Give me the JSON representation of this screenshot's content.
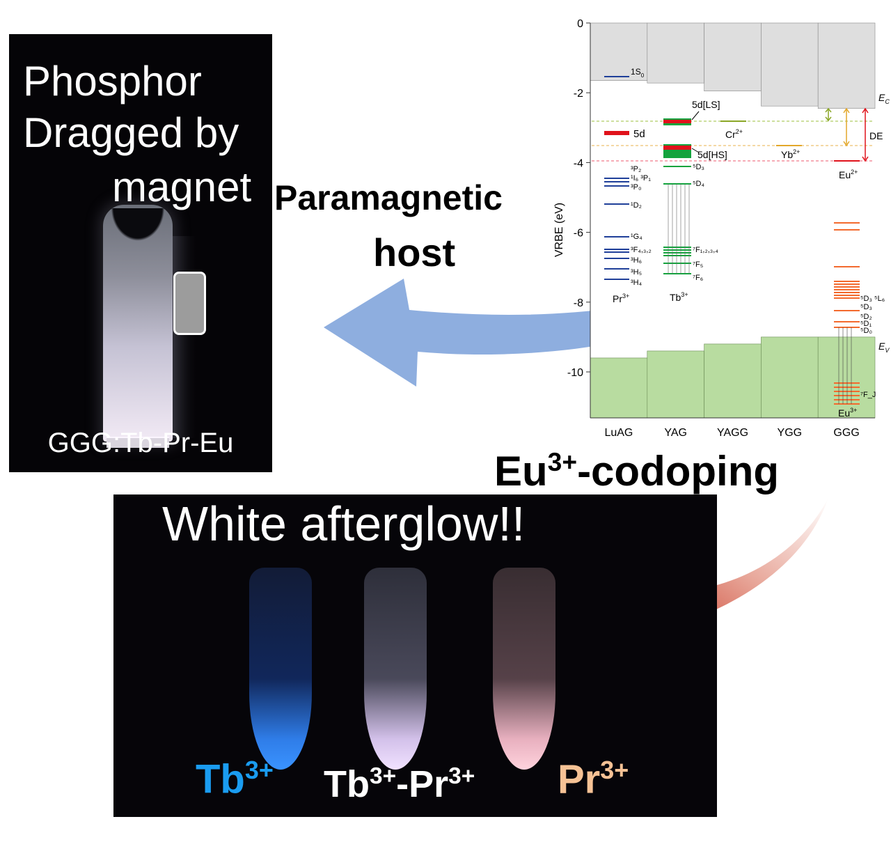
{
  "left_photo": {
    "title_lines": [
      "Phosphor",
      "Dragged by",
      "magnet"
    ],
    "label": "GGG:Tb-Pr-Eu"
  },
  "arrow_labels": {
    "paramagnetic_line1": "Paramagnetic",
    "paramagnetic_line2": "host",
    "eu_prefix": "Eu",
    "eu_sup": "3+",
    "eu_suffix": "-codoping"
  },
  "bottom_photo": {
    "title": "White afterglow!!",
    "tubes": [
      {
        "label_base": "Tb",
        "label_sup": "3+",
        "color": "#1a9cf0"
      },
      {
        "label_base": "Tb",
        "label_sup": "3+",
        "label_mid": "-Pr",
        "label_sup2": "3+",
        "color": "#ffffff"
      },
      {
        "label_base": "Pr",
        "label_sup": "3+",
        "color": "#f6c295"
      }
    ]
  },
  "diagram": {
    "y_axis_label": "VRBE (eV)",
    "y_ticks": [
      "0",
      "-2",
      "-4",
      "-6",
      "-8",
      "-10"
    ],
    "y_range": [
      -11.4,
      0
    ],
    "hosts": [
      "LuAG",
      "YAG",
      "YAGG",
      "YGG",
      "GGG"
    ],
    "conduction_band_bottom_eV": [
      -1.65,
      -1.72,
      -1.95,
      -2.38,
      -2.45
    ],
    "valence_band_top_eV": [
      -9.6,
      -9.4,
      -9.2,
      -9.0,
      -9.0
    ],
    "ec_label": "E_C",
    "ev_label": "E_V",
    "de_label": "DE",
    "labels": {
      "s0": "1S0",
      "pr_5d": "5d",
      "pr_levels": [
        "3P2",
        "1I6",
        "3P1",
        "3P0",
        "1D2",
        "1G4",
        "3F4,3,2",
        "3H6",
        "3H5",
        "3H4"
      ],
      "pr_ion": "Pr",
      "tb_5d_ls": "5d[LS]",
      "tb_5d_hs": "5d[HS]",
      "tb_levels": [
        "5D3",
        "5D4",
        "7F1,2,3,4",
        "7F5",
        "7F6"
      ],
      "tb_ion": "Tb",
      "cr": "Cr",
      "yb": "Yb",
      "eu2": "Eu",
      "eu_levels": [
        "5D3",
        "5L6",
        "5D2",
        "5D1",
        "5D0",
        "7FJ"
      ],
      "eu3": "Eu",
      "sup_2p": "2+",
      "sup_3p": "3+"
    },
    "colors": {
      "cb": "#dedede",
      "vb": "#b8dca0",
      "pr": "#1f3f99",
      "tb": "#13a33d",
      "red": "#e0121b",
      "eu": "#f36a2e",
      "cr": "#8aa626",
      "yb": "#e3a72a"
    }
  }
}
